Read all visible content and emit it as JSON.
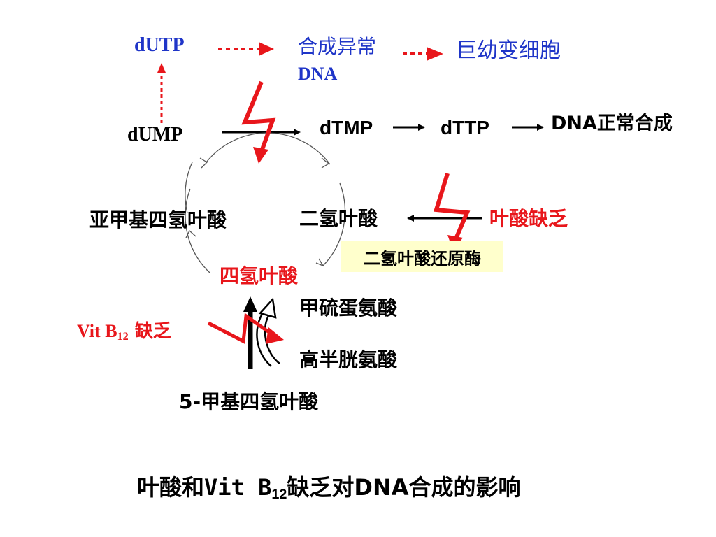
{
  "nodes": {
    "dutp": "dUTP",
    "abnormal_dna_line1": "合成异常",
    "abnormal_dna_line2": "DNA",
    "megaloblast": "巨幼变细胞",
    "dump": "dUMP",
    "dtmp": "dTMP",
    "dttp": "dTTP",
    "normal_dna": "DNA正常合成",
    "methylene_thf": "亚甲基四氢叶酸",
    "dhf": "二氢叶酸",
    "folate_deficiency": "叶酸缺乏",
    "dhfr": "二氢叶酸还原酶",
    "thf": "四氢叶酸",
    "vitb12_prefix": "Vit B",
    "vitb12_sub": "12",
    "vitb12_suffix": " 缺乏",
    "methionine": "甲硫蛋氨酸",
    "homocysteine": "高半胱氨酸",
    "methyl_thf": "5-甲基四氢叶酸"
  },
  "caption": {
    "prefix": "叶酸和Vit B",
    "sub": "12",
    "suffix": "缺乏对DNA合成的影响"
  },
  "colors": {
    "blue": "#1f35c8",
    "red": "#e8161b",
    "black": "#000000",
    "enzyme_box": "#ffffcc"
  }
}
